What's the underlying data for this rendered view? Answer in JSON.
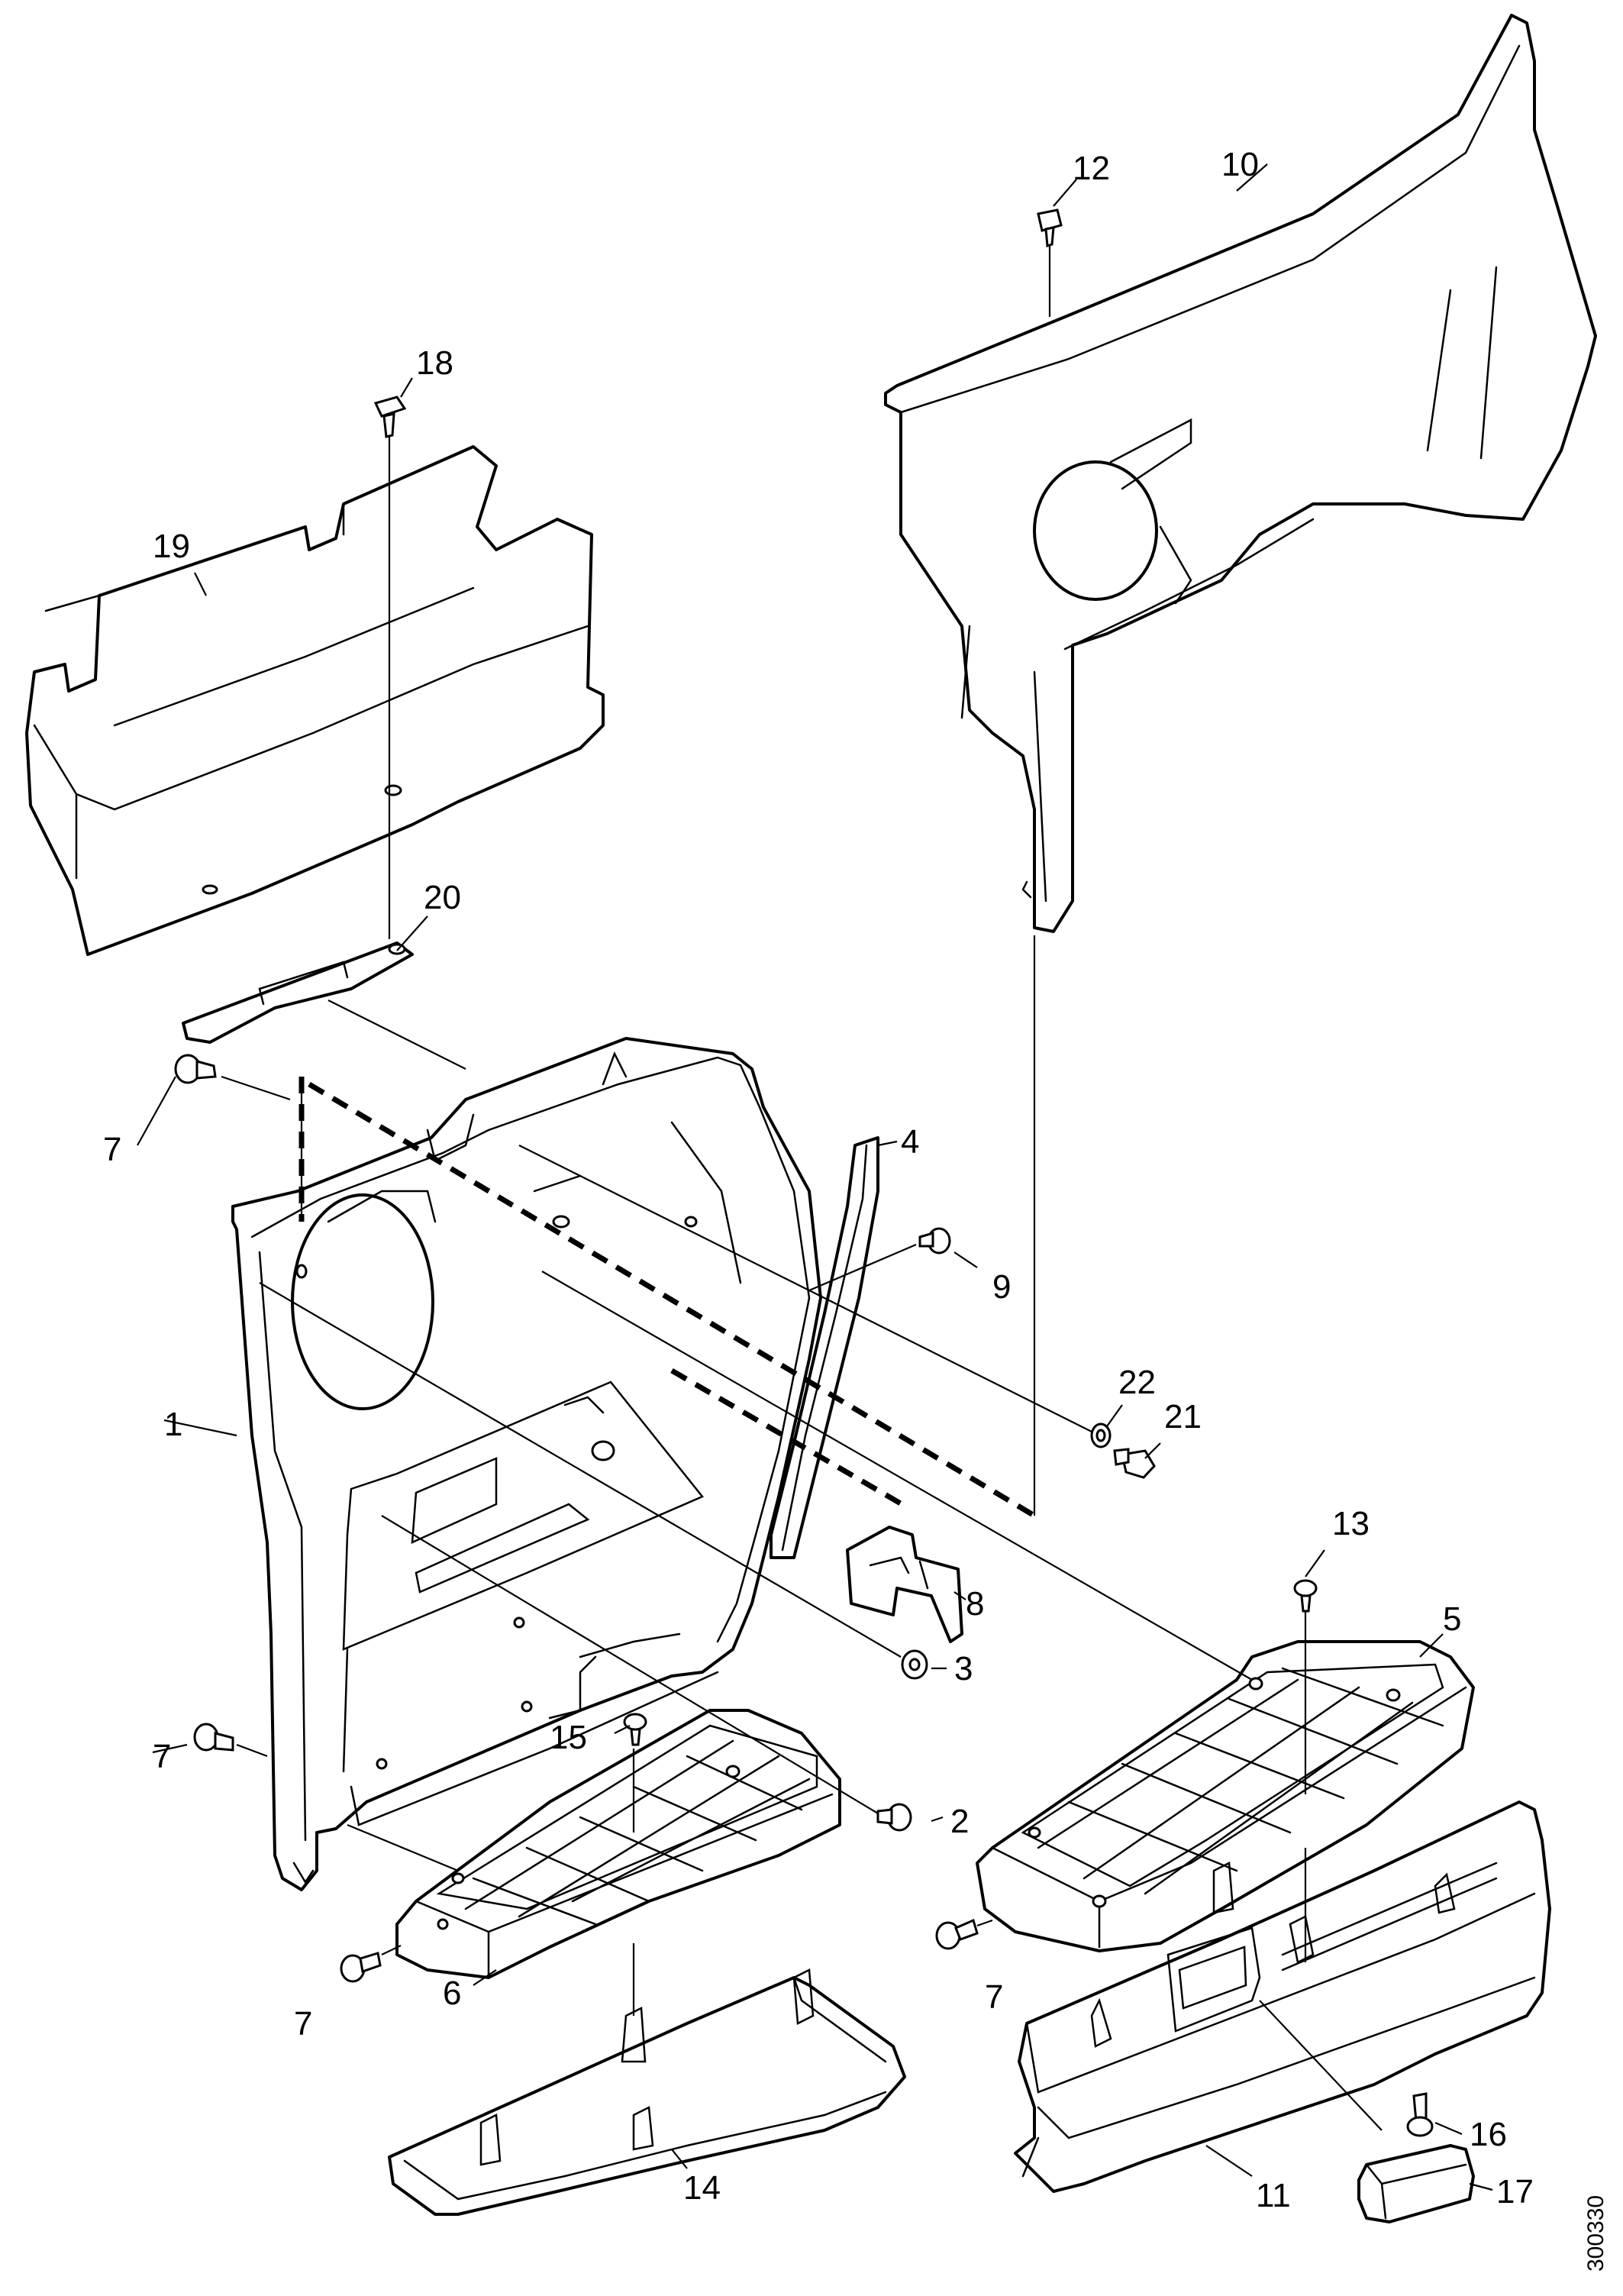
{
  "diagram": {
    "reference_number": "300330",
    "callouts": {
      "c1": "1",
      "c2": "2",
      "c3": "3",
      "c4": "4",
      "c5": "5",
      "c6": "6",
      "c7a": "7",
      "c7b": "7",
      "c7c": "7",
      "c7d": "7",
      "c8": "8",
      "c9": "9",
      "c10": "10",
      "c11": "11",
      "c12": "12",
      "c13": "13",
      "c14": "14",
      "c15": "15",
      "c16": "16",
      "c17": "17",
      "c18": "18",
      "c19": "19",
      "c20": "20",
      "c21": "21",
      "c22": "22"
    }
  }
}
